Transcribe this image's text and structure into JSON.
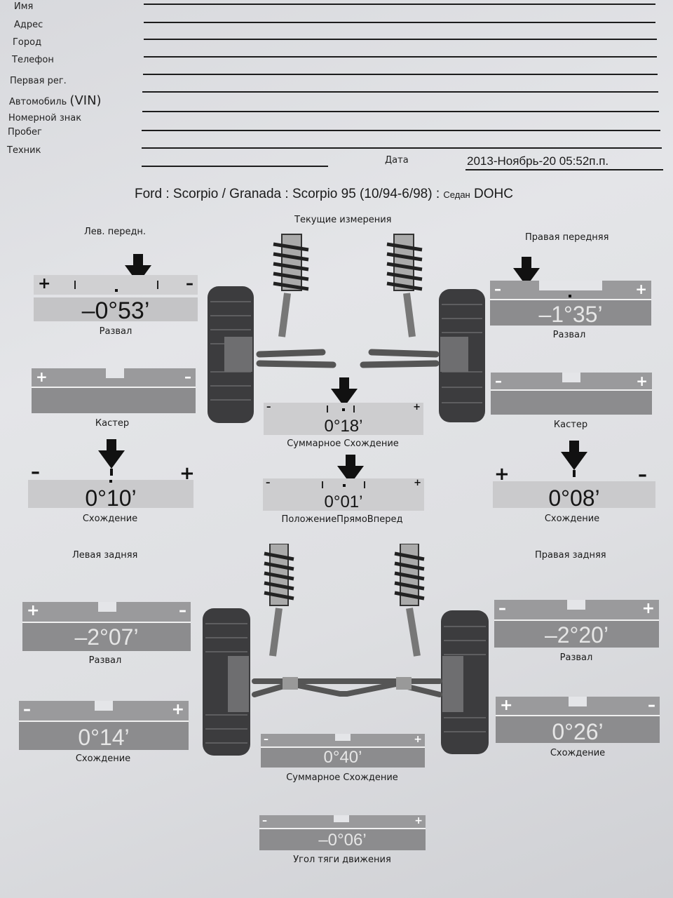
{
  "form": {
    "name_label": "Имя",
    "address_label": "Адрес",
    "city_label": "Город",
    "phone_label": "Телефон",
    "first_reg_label": "Первая рег.",
    "vehicle_label": "Автомобиль",
    "vin_label": "(VIN)",
    "plate_label": "Номерной знак",
    "mileage_label": "Пробег",
    "tech_label": "Техник",
    "date_label": "Дата",
    "date_value": "2013-Ноябрь-20 05:52п.п."
  },
  "vehicle_title": "Ford : Scorpio / Granada : Scorpio 95 (10/94-6/98) :",
  "vehicle_title_small": "Седан",
  "vehicle_title_end": "DOHC",
  "current_label": "Текущие измерения",
  "front_left": {
    "heading": "Лев. передн.",
    "camber": {
      "value": "–0°53’",
      "label": "Развал"
    },
    "caster": {
      "label": "Кастер"
    },
    "toe": {
      "value": "0°10’",
      "label": "Схождение"
    }
  },
  "front_right": {
    "heading": "Правая передняя",
    "camber": {
      "value": "–1°35’",
      "label": "Развал"
    },
    "caster": {
      "label": "Кастер"
    },
    "toe": {
      "value": "0°08’",
      "label": "Схождение"
    }
  },
  "front_center": {
    "total_toe": {
      "value": "0°18’",
      "label": "Суммарное Схождение"
    },
    "straight_ahead": {
      "value": "0°01’",
      "label": "ПоложениеПрямоВперед"
    }
  },
  "rear_left": {
    "heading": "Левая задняя",
    "camber": {
      "value": "–2°07’",
      "label": "Развал"
    },
    "toe": {
      "value": "0°14’",
      "label": "Схождение"
    }
  },
  "rear_right": {
    "heading": "Правая задняя",
    "camber": {
      "value": "–2°20’",
      "label": "Развал"
    },
    "toe": {
      "value": "0°26’",
      "label": "Схождение"
    }
  },
  "rear_center": {
    "total_toe": {
      "value": "0°40’",
      "label": "Суммарное Схождение"
    },
    "thrust": {
      "value": "–0°06’",
      "label": "Угол тяги движения"
    }
  },
  "signs": {
    "plus": "+",
    "minus": "–"
  }
}
